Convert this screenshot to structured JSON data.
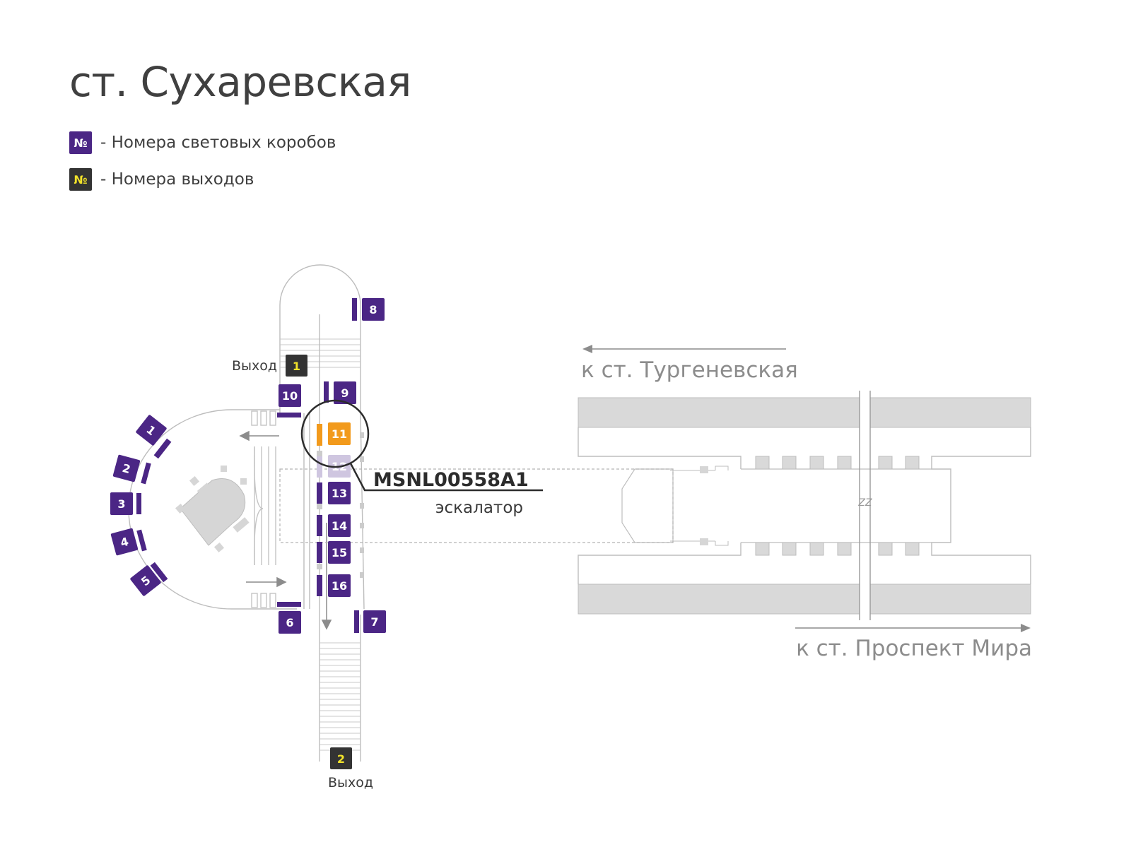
{
  "title": "ст. Сухаревская",
  "legend": [
    {
      "icon": "№",
      "text": "- Номера световых коробов",
      "kind": "lightbox"
    },
    {
      "icon": "№",
      "text": "- Номера выходов",
      "kind": "exit"
    }
  ],
  "colors": {
    "lightbox": "#4b2685",
    "exit": "#333333",
    "exit_text": "#f2e32a",
    "highlight": "#f29a1c",
    "faded": "#cfc6e0",
    "track": "#d9d9d9",
    "arrow": "#8c8c8c"
  },
  "lightboxes": [
    "1",
    "2",
    "3",
    "4",
    "5",
    "6",
    "7",
    "8",
    "9",
    "10",
    "11",
    "12",
    "13",
    "14",
    "15",
    "16"
  ],
  "exits": [
    "1",
    "2"
  ],
  "exit_labels": {
    "exit1": "Выход",
    "exit2": "Выход"
  },
  "highlighted": {
    "id": "11",
    "code": "MSNL00558A1",
    "place": "эскалатор"
  },
  "directions": {
    "top": "к ст. Тургеневская",
    "bottom": "к ст. Проспект Мира"
  },
  "track_break_mark": "ZZ"
}
